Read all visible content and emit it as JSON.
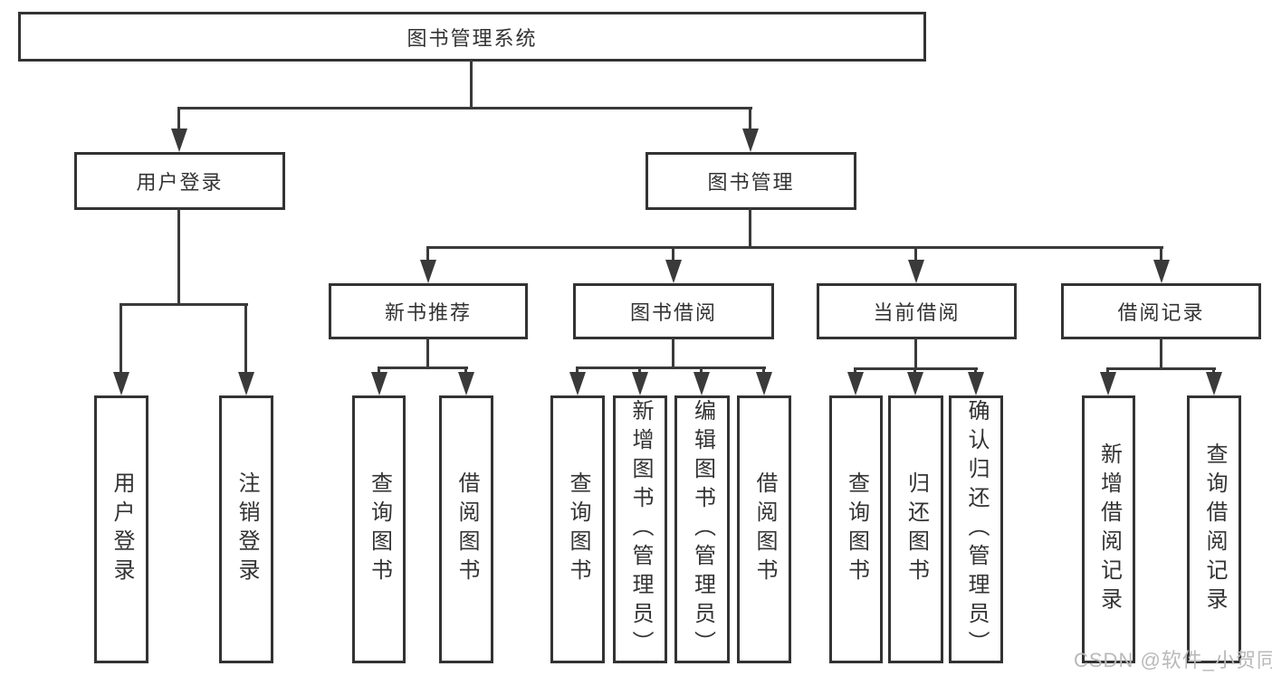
{
  "tree": {
    "label": "图书管理系统",
    "children": [
      {
        "label": "用户登录",
        "children": [
          {
            "label": "用户登录"
          },
          {
            "label": "注销登录"
          }
        ]
      },
      {
        "label": "图书管理",
        "children": [
          {
            "label": "新书推荐",
            "children": [
              {
                "label": "查询图书"
              },
              {
                "label": "借阅图书"
              }
            ]
          },
          {
            "label": "图书借阅",
            "children": [
              {
                "label": "查询图书"
              },
              {
                "label": "新增图书（管理员）"
              },
              {
                "label": "编辑图书（管理员）"
              },
              {
                "label": "借阅图书"
              }
            ]
          },
          {
            "label": "当前借阅",
            "children": [
              {
                "label": "查询图书"
              },
              {
                "label": "归还图书"
              },
              {
                "label": "确认归还（管理员）"
              }
            ]
          },
          {
            "label": "借阅记录",
            "children": [
              {
                "label": "新增借阅记录"
              },
              {
                "label": "查询借阅记录"
              }
            ]
          }
        ]
      }
    ]
  },
  "watermark": {
    "text": "CSDN @软件_小贺同学"
  },
  "colors": {
    "box_border": "#333333",
    "connector_line": "#3a3a3a",
    "text": "#333333",
    "watermark": "#b9b9b9",
    "background": "#ffffff"
  }
}
